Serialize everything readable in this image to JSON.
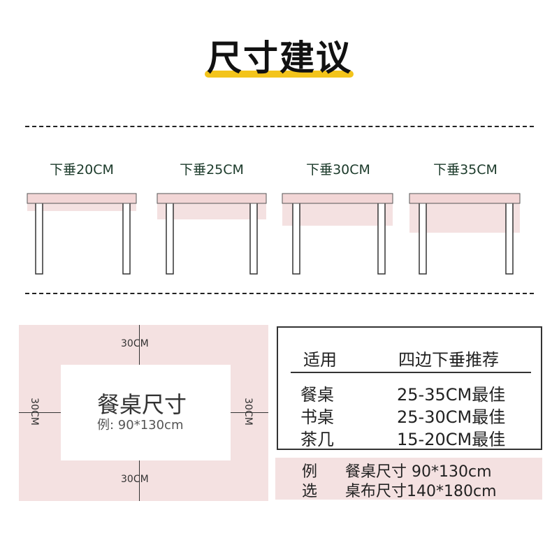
{
  "title": "尺寸建议",
  "drops": [
    {
      "label": "下垂20CM",
      "drop": 20
    },
    {
      "label": "下垂25CM",
      "drop": 25
    },
    {
      "label": "下垂30CM",
      "drop": 30
    },
    {
      "label": "下垂35CM",
      "drop": 35
    }
  ],
  "diagram": {
    "top_margin": "30CM",
    "bottom_margin": "30CM",
    "left_margin": "30CM",
    "right_margin": "30CM",
    "table_title": "餐桌尺寸",
    "table_example": "例: 90*130cm"
  },
  "recommend": {
    "header_use": "适用",
    "header_drop": "四边下垂推荐",
    "rows": [
      {
        "use": "餐桌",
        "drop": "25-35CM最佳"
      },
      {
        "use": "书桌",
        "drop": "25-30CM最佳"
      },
      {
        "use": "茶几",
        "drop": "15-20CM最佳"
      }
    ]
  },
  "example": {
    "line1_prefix": "例",
    "line1_text": "餐桌尺寸 90*130cm",
    "line2_prefix": "选",
    "line2_text": "桌布尺寸140*180cm"
  },
  "colors": {
    "accent": "#f3c41b",
    "pink": "#f4e1e1",
    "cloth": "#f2d6d6",
    "label": "#1b3a2a"
  }
}
